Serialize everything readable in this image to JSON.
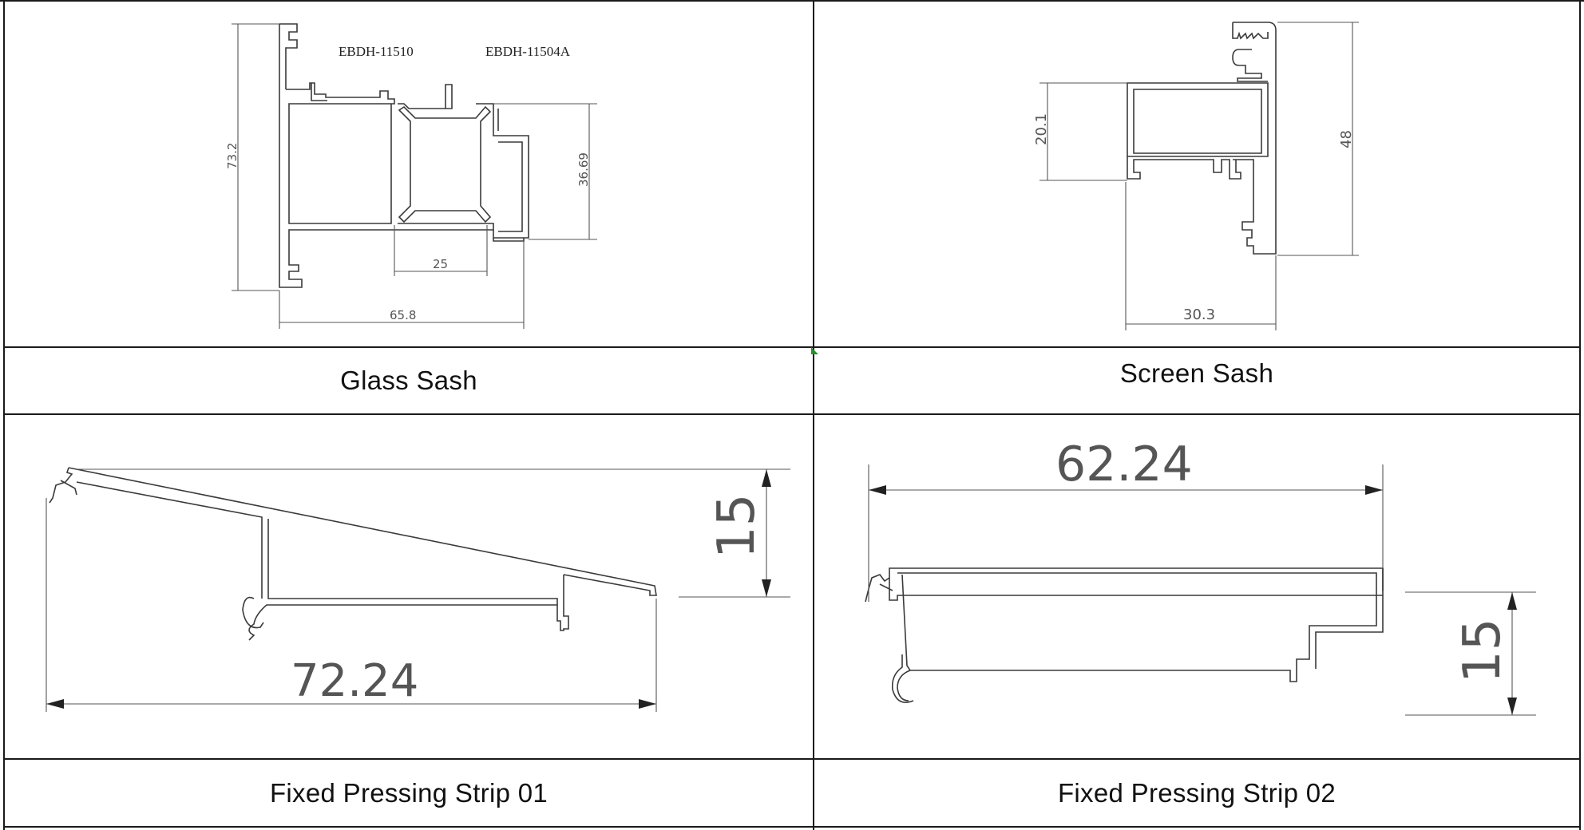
{
  "cells": [
    {
      "caption": "Glass Sash",
      "drawing": {
        "part_labels": [
          "EBDH-11510",
          "EBDH-11504A"
        ],
        "dimensions": [
          "73.2",
          "36.69",
          "25",
          "65.8"
        ]
      }
    },
    {
      "caption": "Screen Sash",
      "drawing": {
        "part_labels": [],
        "dimensions": [
          "20.1",
          "48",
          "30.3"
        ]
      }
    },
    {
      "caption": "Fixed Pressing Strip 01",
      "drawing": {
        "part_labels": [],
        "dimensions": [
          "15",
          "72.24"
        ]
      }
    },
    {
      "caption": "Fixed Pressing Strip 02",
      "drawing": {
        "part_labels": [],
        "dimensions": [
          "62.24",
          "15"
        ]
      }
    }
  ]
}
